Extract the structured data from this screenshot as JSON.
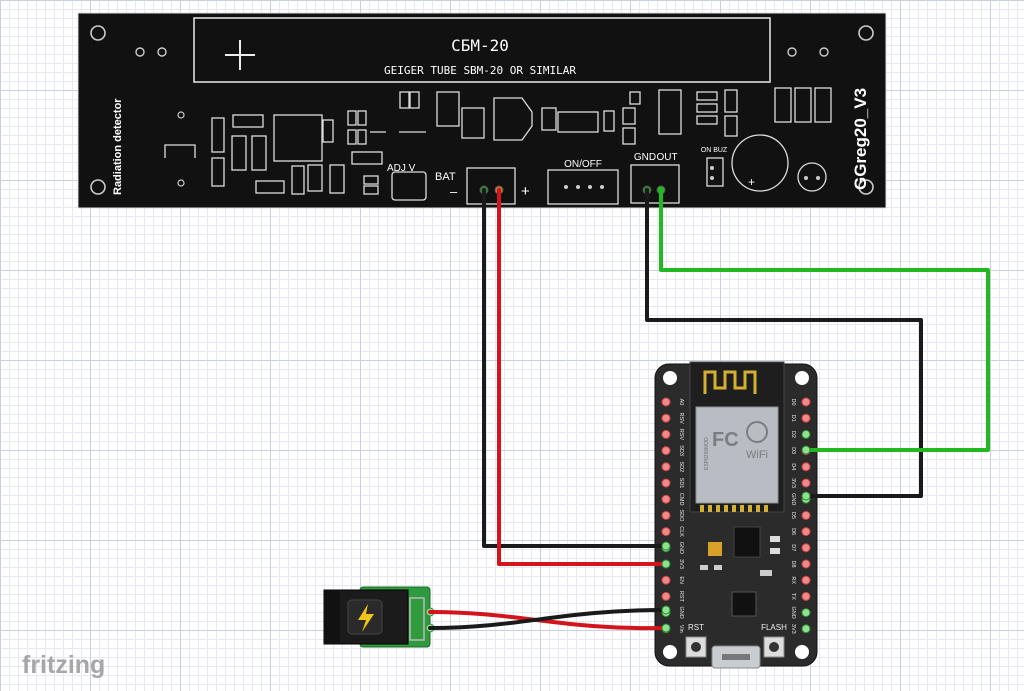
{
  "detector_board": {
    "tube_name": "СБМ-20",
    "tube_desc": "GEIGER TUBE SBM-20 OR SIMILAR",
    "side_label": "Radiation detector",
    "model_label": "GGreg20_V3",
    "adj_label": "ADJ V",
    "bat_label": "BAT",
    "bat_minus": "–",
    "bat_plus": "+",
    "switch_label": "ON/OFF",
    "gnd_label": "GND",
    "out_label": "OUT",
    "buz_label": "ON BUZ",
    "tube_plus": "+"
  },
  "nodemcu": {
    "left_pins": [
      "A0",
      "RSV",
      "RSV",
      "SD3",
      "SD2",
      "SD1",
      "CMD",
      "SDO",
      "CLK",
      "GND",
      "3V3",
      "EN",
      "RST",
      "GND",
      "Vin"
    ],
    "right_pins": [
      "D0",
      "D1",
      "D2",
      "D3",
      "D4",
      "3V3",
      "GND",
      "D5",
      "D6",
      "D7",
      "D8",
      "RX",
      "TX",
      "GND",
      "3V3"
    ],
    "rst_label": "RST",
    "flash_label": "FLASH",
    "wifi_label": "WiFi",
    "fc_label": "FC",
    "module_text": "ESP8266MOD"
  },
  "colors": {
    "wire_black": "#1a1a1a",
    "wire_red": "#d4141c",
    "wire_green": "#22b822",
    "board": "#111111"
  },
  "watermark": "fritzing"
}
